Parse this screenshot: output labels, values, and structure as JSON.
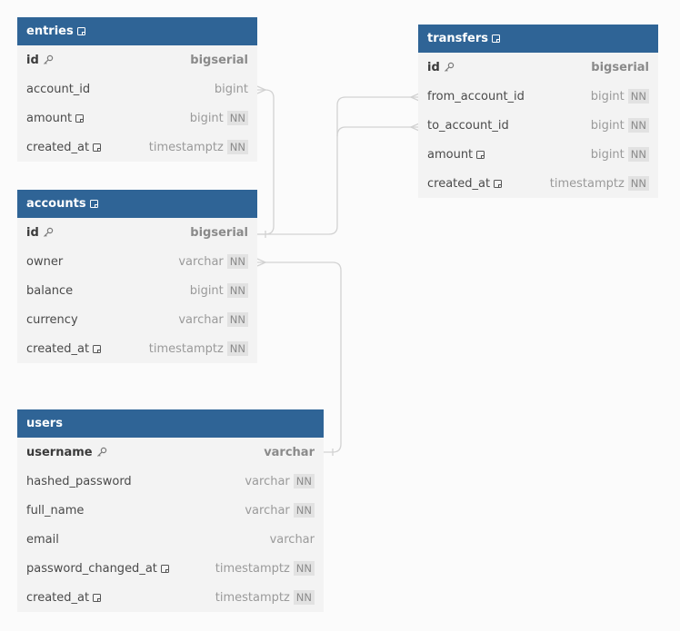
{
  "tables": {
    "entries": {
      "title": "entries",
      "columns": [
        {
          "name": "id",
          "type": "bigserial",
          "pk": true
        },
        {
          "name": "account_id",
          "type": "bigint"
        },
        {
          "name": "amount",
          "type": "bigint",
          "note": true,
          "nn": "NN"
        },
        {
          "name": "created_at",
          "type": "timestamptz",
          "note": true,
          "nn": "NN"
        }
      ]
    },
    "accounts": {
      "title": "accounts",
      "columns": [
        {
          "name": "id",
          "type": "bigserial",
          "pk": true
        },
        {
          "name": "owner",
          "type": "varchar",
          "nn": "NN"
        },
        {
          "name": "balance",
          "type": "bigint",
          "nn": "NN"
        },
        {
          "name": "currency",
          "type": "varchar",
          "nn": "NN"
        },
        {
          "name": "created_at",
          "type": "timestamptz",
          "note": true,
          "nn": "NN"
        }
      ]
    },
    "users": {
      "title": "users",
      "columns": [
        {
          "name": "username",
          "type": "varchar",
          "pk": true
        },
        {
          "name": "hashed_password",
          "type": "varchar",
          "nn": "NN"
        },
        {
          "name": "full_name",
          "type": "varchar",
          "nn": "NN"
        },
        {
          "name": "email",
          "type": "varchar"
        },
        {
          "name": "password_changed_at",
          "type": "timestamptz",
          "note": true,
          "nn": "NN"
        },
        {
          "name": "created_at",
          "type": "timestamptz",
          "note": true,
          "nn": "NN"
        }
      ]
    },
    "transfers": {
      "title": "transfers",
      "columns": [
        {
          "name": "id",
          "type": "bigserial",
          "pk": true
        },
        {
          "name": "from_account_id",
          "type": "bigint",
          "nn": "NN"
        },
        {
          "name": "to_account_id",
          "type": "bigint",
          "nn": "NN"
        },
        {
          "name": "amount",
          "type": "bigint",
          "note": true,
          "nn": "NN"
        },
        {
          "name": "created_at",
          "type": "timestamptz",
          "note": true,
          "nn": "NN"
        }
      ]
    }
  },
  "colors": {
    "header": "#2f6496",
    "body": "#f3f3f3",
    "connector": "#d0d0d0"
  },
  "icons": {
    "primary_key": "key-icon",
    "note": "note-icon"
  }
}
